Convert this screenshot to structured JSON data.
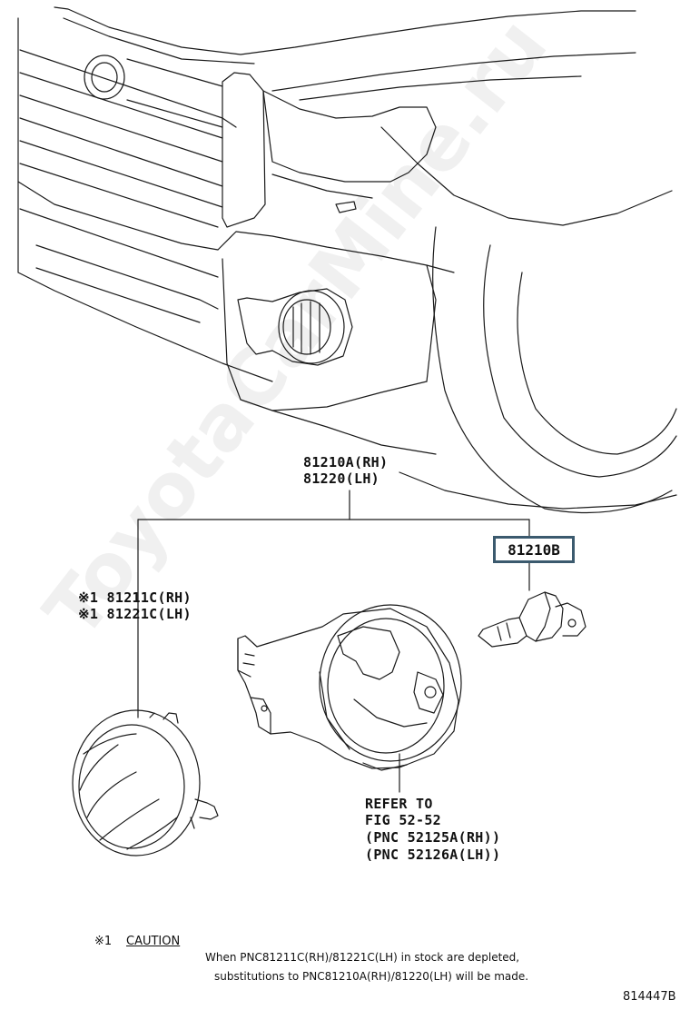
{
  "diagram": {
    "assembly_part": {
      "rh": "81210A(RH)",
      "lh": "81220(LH)"
    },
    "bulb_part": "81210B",
    "lamp_unit_part": {
      "rh": "※1 81211C(RH)",
      "lh": "※1 81221C(LH)"
    },
    "refer_note": {
      "line1": "REFER TO",
      "line2": "FIG 52-52",
      "line3": "(PNC 52125A(RH))",
      "line4": "(PNC 52126A(LH))"
    },
    "caution": {
      "marker": "※1",
      "title": "CAUTION",
      "line1": "When PNC81211C(RH)/81221C(LH) in stock are depleted,",
      "line2": "substitutions to PNC81210A(RH)/81220(LH) will be made."
    },
    "figure_id": "814447B",
    "watermark": "ToyotaCarMine.ru"
  },
  "colors": {
    "line": "#1a1a1a",
    "highlight_border": "#3b5a6e"
  }
}
